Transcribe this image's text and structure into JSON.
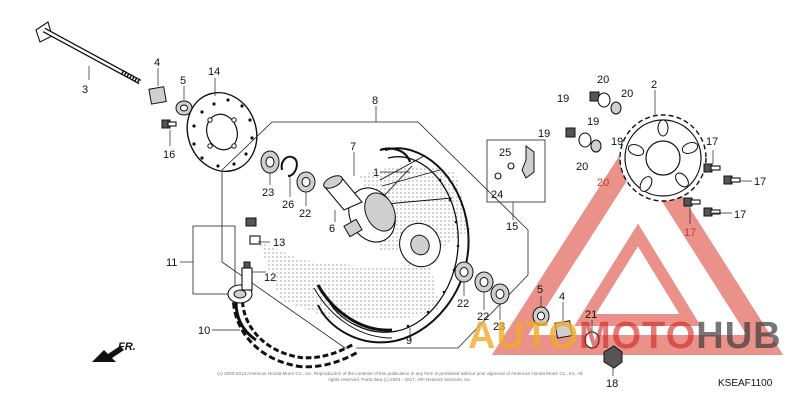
{
  "callouts": {
    "c1": "1",
    "c2": "2",
    "c3": "3",
    "c4a": "4",
    "c4b": "4",
    "c5a": "5",
    "c5b": "5",
    "c6": "6",
    "c7": "7",
    "c8": "8",
    "c9": "9",
    "c10": "10",
    "c11": "11",
    "c12": "12",
    "c13": "13",
    "c14": "14",
    "c15": "15",
    "c16": "16",
    "c17a": "17",
    "c17b": "17",
    "c17c": "17",
    "c17d": "17",
    "c18": "18",
    "c19a": "19",
    "c19b": "19",
    "c19c": "19",
    "c20a": "20",
    "c20b": "20",
    "c20c": "20",
    "c20d": "20",
    "c21": "21",
    "c22a": "22",
    "c22b": "22",
    "c22c": "22",
    "c23a": "23",
    "c23b": "23",
    "c24": "24",
    "c25": "25",
    "c26": "26"
  },
  "direction_label": "FR.",
  "diagram_code": "KSEAF1100",
  "copyright": "(c) 2003-2013 American Honda Motor Co., Inc. Reproduction of the contents of this publication in any form is prohibited without prior approval of American Honda Motor Co., Inc. All rights reserved. Parts data (c) 2004 - 2017, ARI Network Services, Inc.",
  "watermark": {
    "part_a": "AUTO",
    "part_b": "MOTO",
    "part_c": "HUB"
  },
  "colors": {
    "watermark_red": "#d9382c",
    "watermark_orange": "#f0aa28",
    "line": "#111111"
  }
}
